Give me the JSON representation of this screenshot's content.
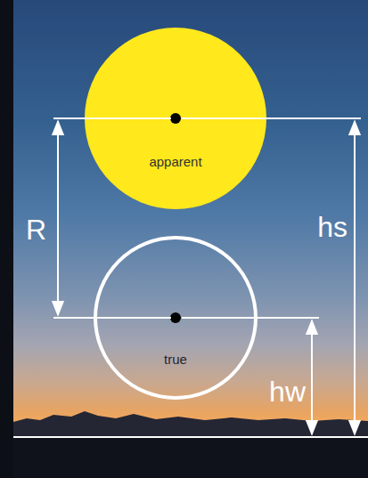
{
  "diagram": {
    "nodes": [
      {
        "text": [
          "apparent"
        ]
      },
      {
        "text": [
          "true"
        ]
      }
    ],
    "labels": [
      "R",
      "hs",
      "hw"
    ]
  }
}
